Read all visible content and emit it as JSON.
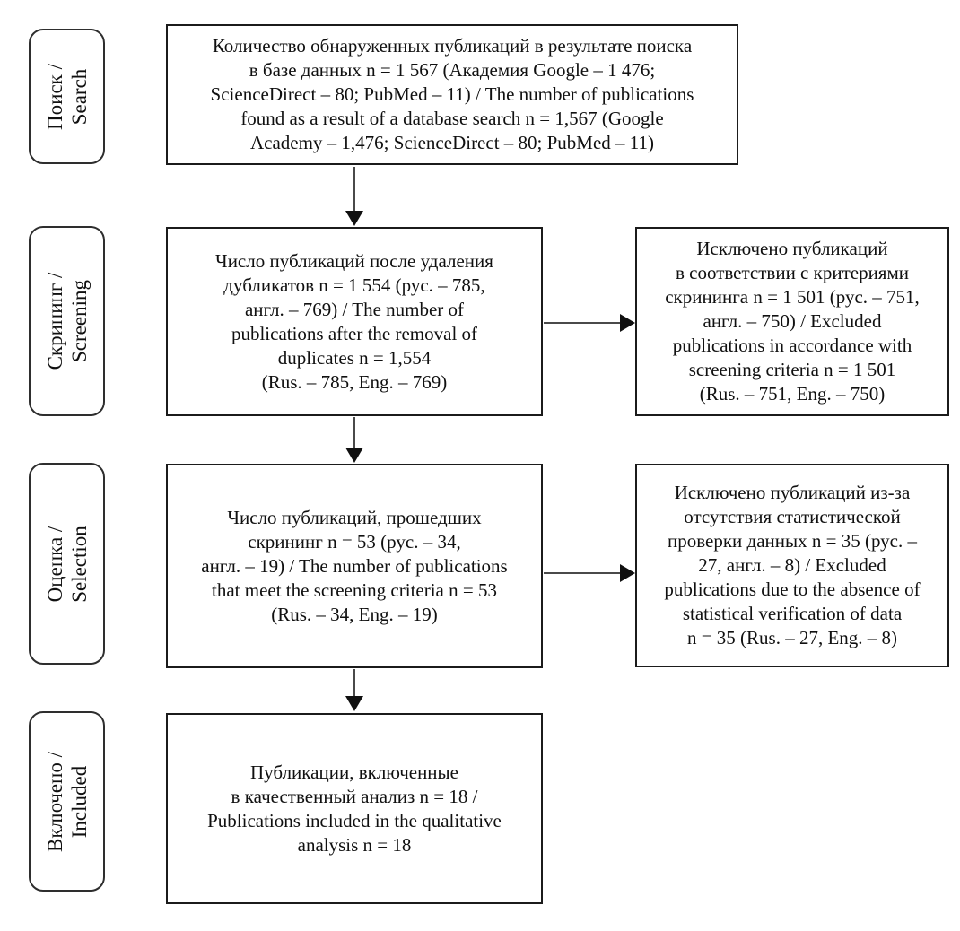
{
  "stages": [
    {
      "label": "Поиск /\nSearch"
    },
    {
      "label": "Скрининг /\nScreening"
    },
    {
      "label": "Оценка /\nSelection"
    },
    {
      "label": "Включено /\nIncluded"
    }
  ],
  "boxes": {
    "search": "Количество обнаруженных публикаций в результате поиска\nв базе данных n = 1 567 (Академия Google – 1 476;\nScienceDirect – 80; PubMed – 11) / The number of publications\nfound as a result of a database search n = 1,567 (Google\nAcademy – 1,476; ScienceDirect – 80; PubMed – 11)",
    "screening": "Число публикаций после удаления\nдубликатов n = 1 554 (рус. – 785,\nангл. – 769) / The number of\npublications after the removal of\nduplicates n = 1,554\n(Rus. – 785, Eng. – 769)",
    "screening_excluded": "Исключено публикаций\nв соответствии с критериями\nскрининга n = 1 501 (рус. – 751,\nангл. – 750) / Excluded\npublications in accordance with\nscreening criteria n = 1 501\n(Rus. – 751, Eng. – 750)",
    "selection": "Число публикаций, прошедших\nскрининг n = 53 (рус. – 34,\nангл. – 19) / The number of publications\nthat meet the screening criteria n = 53\n(Rus. – 34, Eng. – 19)",
    "selection_excluded": "Исключено публикаций из-за\nотсутствия статистической\nпроверки данных n = 35 (рус. –\n27, англ. – 8) / Excluded\npublications due to the absence of\nstatistical verification of data\nn = 35 (Rus. – 27, Eng. – 8)",
    "included": "Публикации, включенные\nв качественный анализ n = 18 /\nPublications included in the qualitative\nanalysis n = 18"
  },
  "colors": {
    "background": "#ffffff",
    "box_border": "#1b1b1b",
    "stage_border": "#2e2e2e",
    "arrow_line": "#4a4a4a",
    "arrow_head": "#101010",
    "text": "#101010"
  }
}
